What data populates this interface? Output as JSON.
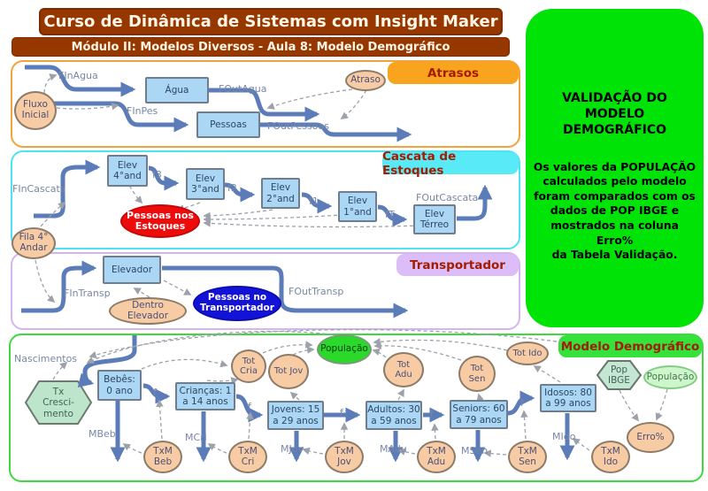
{
  "header": {
    "title": "Curso de Dinâmica de Sistemas com Insight Maker",
    "subtitle": "Módulo II: Modelos Diversos - Aula 8: Modelo Demográfico"
  },
  "atrasos": {
    "header": "Atrasos",
    "fluxo_inicial": "Fluxo\nInicial",
    "fin_agua": "FInAgua",
    "agua": "Água",
    "fout_agua": "FOutAgua",
    "atraso": "Atraso",
    "fin_pes": "FInPes",
    "pessoas": "Pessoas",
    "fout_pessoas": "FOutPessoas"
  },
  "cascata": {
    "header": "Cascata de Estoques",
    "fin_cascata": "FInCascata",
    "elev4": "Elev\n4°and",
    "f3": "f3",
    "elev3": "Elev\n3°and",
    "f2": "f2",
    "elev2": "Elev\n2°and",
    "f1": "f1",
    "elev1": "Elev\n1°and",
    "ft": "fT",
    "elev_terreo": "Elev\nTérreo",
    "fout_cascata": "FOutCascata",
    "pessoas_estoques": "Pessoas nos\nEstoques",
    "fila": "Fila 4°\nAndar"
  },
  "transportador": {
    "header": "Transportador",
    "fin_transp": "FInTransp",
    "elevador": "Elevador",
    "fout_transp": "FOutTransp",
    "dentro_elevador": "Dentro\nElevador",
    "pessoas_transportador": "Pessoas no\nTransportador"
  },
  "validacao": {
    "title": "VALIDAÇÃO DO\nMODELO\nDEMOGRÁFICO",
    "body": "Os valores da POPULAÇÃO\ncalculados pelo modelo\nforam comparados com os\ndados de POP IBGE e\nmostrados na coluna Erro%\nda Tabela Validação."
  },
  "demografico": {
    "header": "Modelo Demográfico",
    "nascimentos": "Nascimentos",
    "tx_crescimento": "Tx\nCresci-\nmento",
    "bebes": "Bebês:\n0 ano",
    "criancas": "Crianças: 1\na 14 anos",
    "jovens": "Jovens: 15\na 29 anos",
    "adultos": "Adultos: 30\na 59 anos",
    "seniors": "Seniors: 60\na 79 anos",
    "idosos": "Idosos: 80\na 99 anos",
    "f": "f",
    "tot_cria": "Tot\nCria",
    "tot_jov": "Tot Jov",
    "populacao": "População",
    "tot_adu": "Tot\nAdu",
    "tot_sen": "Tot\nSen",
    "tot_ido": "Tot Ido",
    "pop_ibge": "Pop\nIBGE",
    "populacao_ref": "População",
    "erro": "Erro%",
    "mbeb": "MBeb",
    "mcri": "MCri",
    "mjov": "MJov",
    "madu": "MAdu",
    "msen": "MSen",
    "mido": "MIdo",
    "txm_beb": "TxM\nBeb",
    "txm_cri": "TxM\nCri",
    "txm_jov": "TxM\nJov",
    "txm_adu": "TxM\nAdu",
    "txm_sen": "TxM\nSen",
    "txm_ido": "TxM\nIdo"
  },
  "colors": {
    "title_bar": "#963700",
    "panel_atrasos": "#f2a33c",
    "panel_cascata": "#4fe3f0",
    "panel_transportador": "#d4b5f2",
    "panel_demografico": "#3fd93f",
    "validation_bg": "#00e307",
    "section_header_text": "#a31c00",
    "stock_fill": "#abd6f4",
    "flow_color": "#5b7cb8",
    "aux_fill": "#f7cca4",
    "highlight_red": "#ee0b0b",
    "highlight_blue": "#1313d8",
    "highlight_green": "#2bd92b"
  }
}
